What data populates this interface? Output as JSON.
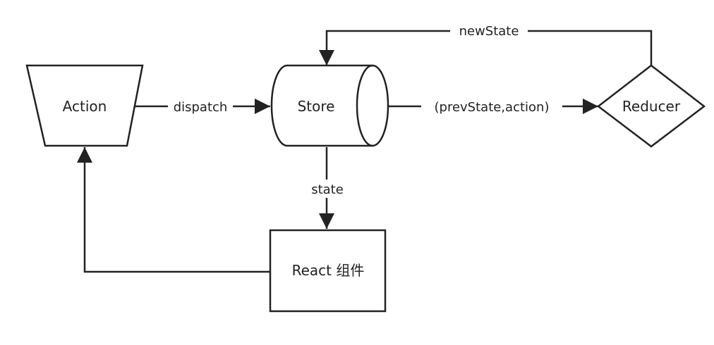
{
  "nodes": {
    "action": "Action",
    "store": "Store",
    "reducer": "Reducer",
    "react": "React 组件"
  },
  "edges": {
    "dispatch": "dispatch",
    "prev_state_action": "(prevState,action)",
    "new_state": "newState",
    "state": "state"
  },
  "colors": {
    "stroke": "#222222",
    "fill": "#ffffff"
  }
}
